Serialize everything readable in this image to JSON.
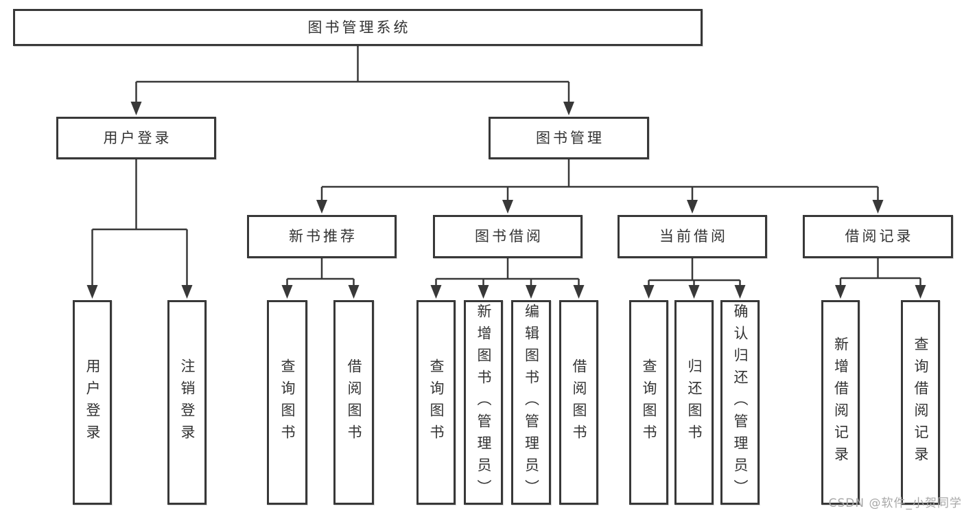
{
  "tree": {
    "label": "图书管理系统",
    "children": [
      {
        "label": "用户登录",
        "children": [
          {
            "label": "用户登录"
          },
          {
            "label": "注销登录"
          }
        ]
      },
      {
        "label": "图书管理",
        "children": [
          {
            "label": "新书推荐",
            "children": [
              {
                "label": "查询图书"
              },
              {
                "label": "借阅图书"
              }
            ]
          },
          {
            "label": "图书借阅",
            "children": [
              {
                "label": "查询图书"
              },
              {
                "label": "新增图书（管理员）"
              },
              {
                "label": "编辑图书（管理员）"
              },
              {
                "label": "借阅图书"
              }
            ]
          },
          {
            "label": "当前借阅",
            "children": [
              {
                "label": "查询图书"
              },
              {
                "label": "归还图书"
              },
              {
                "label": "确认归还（管理员）"
              }
            ]
          },
          {
            "label": "借阅记录",
            "children": [
              {
                "label": "新增借阅记录"
              },
              {
                "label": "查询借阅记录"
              }
            ]
          }
        ]
      }
    ]
  },
  "watermark": "CSDN @软件_小贺同学",
  "colors": {
    "line": "#383838",
    "text": "#333333",
    "watermark": "#a8a8a8",
    "background": "#ffffff"
  }
}
